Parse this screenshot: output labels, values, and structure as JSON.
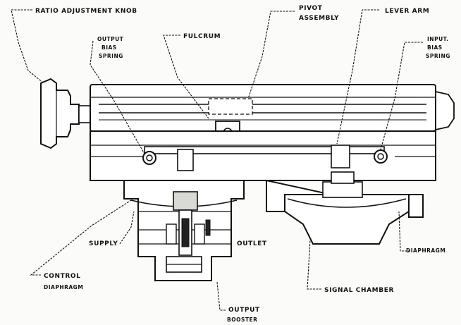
{
  "diagram": {
    "labels": {
      "ratio_adjustment_knob": "RATIO ADJUSTMENT KNOB",
      "pivot_assembly_1": "PIVOT",
      "pivot_assembly_2": "ASSEMBLY",
      "lever_arm": "LEVER ARM",
      "output_bias_spring_1": "OUTPUT",
      "output_bias_spring_2": "BIAS",
      "output_bias_spring_3": "SPRING",
      "fulcrum": "FULCRUM",
      "input_bias_spring_1": "INPUT.",
      "input_bias_spring_2": "BIAS",
      "input_bias_spring_3": "SPRING",
      "supply": "SUPPLY",
      "outlet": "OUTLET",
      "diaphragm": "DIAPHRAGM",
      "control_diaphragm_1": "CONTROL",
      "control_diaphragm_2": "DIAPHRAGM",
      "signal_chamber": "SIGNAL CHAMBER",
      "output_booster_1": "OUTPUT",
      "output_booster_2": "BOOSTER"
    },
    "colors": {
      "ink": "#111111",
      "paper": "#fbfbf9"
    }
  }
}
